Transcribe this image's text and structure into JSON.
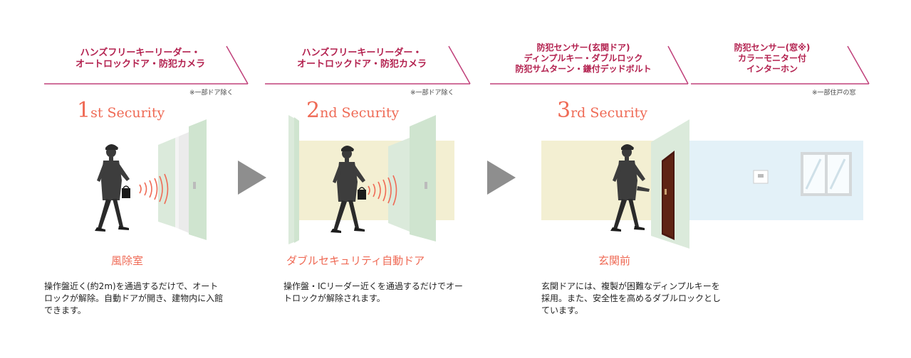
{
  "colors": {
    "banner_line": "#c0407a",
    "title_accent": "#ef6a55",
    "banner_text": "#b3214f",
    "arrow": "#8e8e8e",
    "door_glass": "#dbeadb",
    "wall_beige": "#f3efd2",
    "room_blue": "#e3f1f8",
    "door_wood": "#4a1810"
  },
  "steps": [
    {
      "banner": [
        "ハンズフリーキーリーダー・",
        "オートロックドア・防犯カメラ"
      ],
      "note": "※一部ドア除く",
      "level_number": "1",
      "level_suffix": "st Security",
      "place": "風除室",
      "description": "操作盤近く(約2m)を通過するだけで、オートロックが解除。自動ドアが開き、建物内に入館できます。"
    },
    {
      "banner": [
        "ハンズフリーキーリーダー・",
        "オートロックドア・防犯カメラ"
      ],
      "note": "※一部ドア除く",
      "level_number": "2",
      "level_suffix": "nd Security",
      "place": "ダブルセキュリティ自動ドア",
      "description": "操作盤・ICリーダー近くを通過するだけでオートロックが解除されます。"
    },
    {
      "banner": [
        "防犯センサー(玄関ドア)",
        "ディンプルキー・ダブルロック",
        "防犯サムターン・鎌付デッドボルト"
      ],
      "note": "",
      "level_number": "3",
      "level_suffix": "rd Security",
      "place": "玄関前",
      "description": "玄関ドアには、複製が困難なディンプルキーを採用。また、安全性を高めるダブルロックとしています。"
    },
    {
      "banner": [
        "防犯センサー(窓※)",
        "カラーモニター付",
        "インターホン"
      ],
      "note": "※一部住戸の窓",
      "level_number": "",
      "level_suffix": "",
      "place": "",
      "description": ""
    }
  ]
}
